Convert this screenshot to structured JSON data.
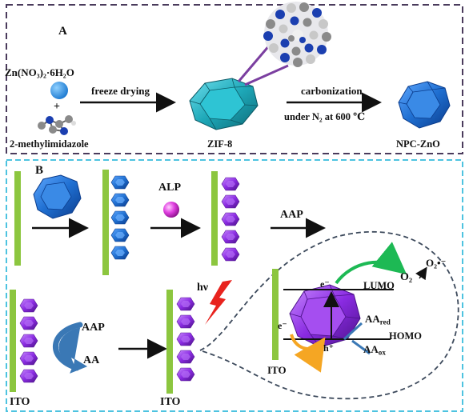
{
  "panel_a": {
    "label": "A",
    "zinc_salt": "Zn(NO₃)₂·6H₂O",
    "plus": "+",
    "linker": "2-methylimidazole",
    "step1": "freeze drying",
    "zif": "ZIF-8",
    "step2_line1": "carbonization",
    "step2_line2": "under N₂ at 600 ℃",
    "product": "NPC-ZnO"
  },
  "panel_b": {
    "label": "B",
    "alp": "ALP",
    "aap_top": "AAP",
    "aap_mid": "AAP",
    "aa": "AA",
    "ito_left": "ITO",
    "ito_mid": "ITO",
    "ito_zoom": "ITO",
    "hv": "hν",
    "e_top": "e⁻",
    "e_left": "e⁻",
    "h_plus": "h⁺",
    "lumo": "LUMO",
    "homo": "HOMO",
    "o2": "O₂",
    "o2_radical": "O₂•⁻",
    "aa_red": "AA",
    "aa_red_sub": "red",
    "aa_ox": "AA",
    "aa_ox_sub": "ox"
  },
  "colors": {
    "panel_a_border": "#4a3b5c",
    "panel_b_border": "#4ec3e0",
    "electrode": "#8cc63f",
    "crystal_blue": "#1f6fd1",
    "crystal_teal": "#1ea8b8",
    "crystal_purple": "#8a2be2",
    "alp_ball": "#e040e0",
    "arrow_purple": "#7b3fa0",
    "arrow_green": "#1db954",
    "arrow_orange": "#f5a623",
    "arrow_blue": "#3a78b5",
    "lightning": "#e8231e"
  }
}
